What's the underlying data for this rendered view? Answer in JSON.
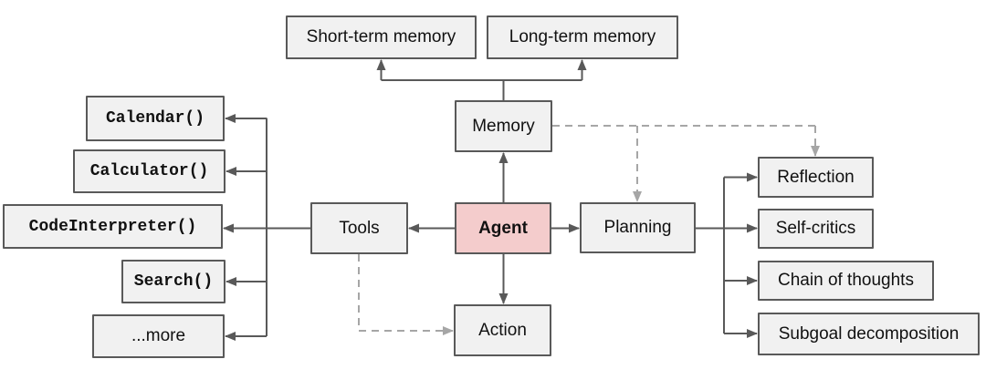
{
  "nodes": {
    "short_term_memory": "Short-term memory",
    "long_term_memory": "Long-term memory",
    "memory": "Memory",
    "calendar": "Calendar()",
    "calculator": "Calculator()",
    "code_interpreter": "CodeInterpreter()",
    "search": "Search()",
    "more": "...more",
    "tools": "Tools",
    "agent": "Agent",
    "planning": "Planning",
    "action": "Action",
    "reflection": "Reflection",
    "self_critics": "Self-critics",
    "chain_of_thoughts": "Chain of thoughts",
    "subgoal_decomposition": "Subgoal decomposition"
  },
  "colors": {
    "box_fill": "#f1f1f1",
    "box_border": "#595959",
    "agent_fill": "#f4cccc",
    "solid_arrow": "#595959",
    "dashed_arrow": "#a6a6a6",
    "background": "#ffffff"
  }
}
